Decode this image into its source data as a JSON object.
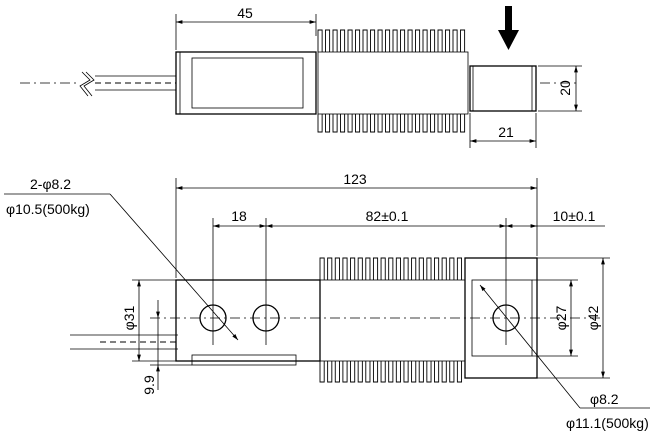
{
  "top_view": {
    "dim_body_length": "45",
    "dim_height": "20",
    "dim_stud_length": "21"
  },
  "front_view": {
    "dim_total_length": "123",
    "dim_hole_spacing_small": "18",
    "dim_hole_spacing_large": "82±0.1",
    "dim_end_offset": "10±0.1",
    "dim_hole_height": "φ31",
    "dim_bottom_offset": "9.9",
    "dim_end_height_inner": "φ27",
    "dim_end_height_outer": "φ42",
    "note_left_holes": [
      "2-φ8.2",
      "φ10.5(500kg)"
    ],
    "note_right_hole": [
      "φ8.2",
      "φ11.1(500kg)"
    ]
  }
}
